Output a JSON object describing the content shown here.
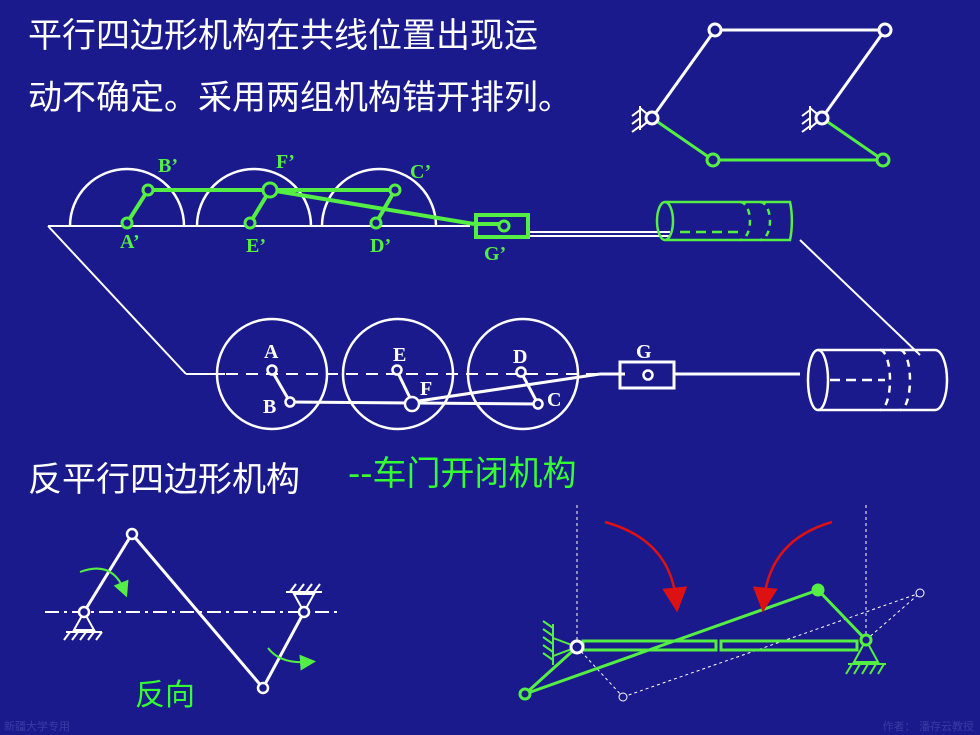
{
  "title": {
    "line1": "平行四边形机构在共线位置出现运",
    "line2": "动不确定。采用两组机构错开排列。"
  },
  "upper_labels": {
    "a": "A’",
    "b": "B’",
    "c": "C’",
    "d": "D’",
    "e": "E’",
    "f": "F’",
    "g": "G’"
  },
  "lower_labels": {
    "a": "A",
    "b": "B",
    "c": "C",
    "d": "D",
    "e": "E",
    "f": "F",
    "g": "G"
  },
  "section2": {
    "title": "反平行四边形机构",
    "subtitle": "--车门开闭机构"
  },
  "reverse_label": "反向",
  "footer": {
    "left": "新疆大学专用",
    "right": "作者： 潘存云教授"
  },
  "colors": {
    "background": "#1a1a8c",
    "link_white": "#ffffff",
    "link_green": "#55ee44",
    "arrow_red": "#dd1111"
  }
}
